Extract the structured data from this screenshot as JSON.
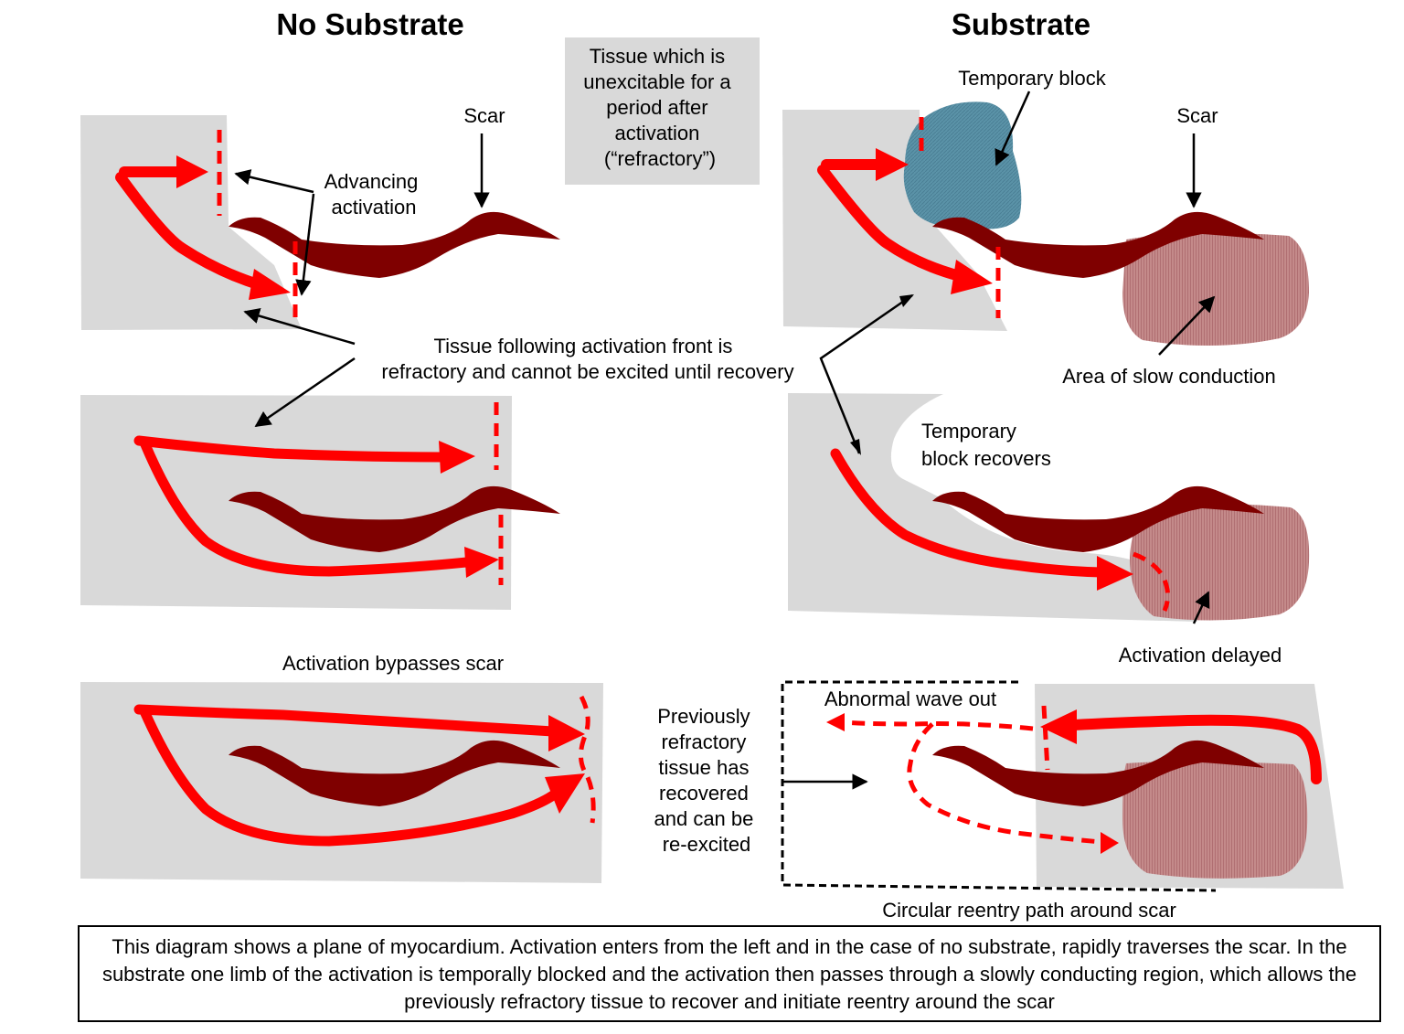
{
  "headings": {
    "left": "No Substrate",
    "right": "Substrate"
  },
  "legend_box": {
    "lines": [
      "Tissue which is",
      "unexcitable for a",
      "period after",
      "activation",
      "(“refractory”)"
    ]
  },
  "labels": {
    "scar_left": "Scar",
    "scar_right": "Scar",
    "advancing": [
      "Advancing",
      "activation"
    ],
    "temp_block": "Temporary block",
    "refractory_note": [
      "Tissue following activation front is",
      "refractory and cannot be excited until recovery"
    ],
    "slow_conduction": "Area of slow conduction",
    "block_recovers": [
      "Temporary",
      "block recovers"
    ],
    "bypass": "Activation bypasses scar",
    "delayed": "Activation delayed",
    "abnormal_wave": "Abnormal wave out",
    "recovered": [
      "Previously",
      "refractory",
      "tissue has",
      "recovered",
      "and can be",
      "re-excited"
    ],
    "reentry": "Circular reentry path around scar"
  },
  "caption": "This diagram shows a plane of myocardium.  Activation enters from the left and in the case of no substrate, rapidly traverses the scar.  In the substrate one limb of the activation is temporally  blocked  and the activation then passes through a slowly conducting region, which allows the previously refractory tissue to recover and initiate reentry around the scar",
  "colors": {
    "tissue": "#d9d9d9",
    "activation": "#ff0000",
    "scar": "#7f0000",
    "block": "#5b93a8",
    "slow": "#c08282"
  }
}
